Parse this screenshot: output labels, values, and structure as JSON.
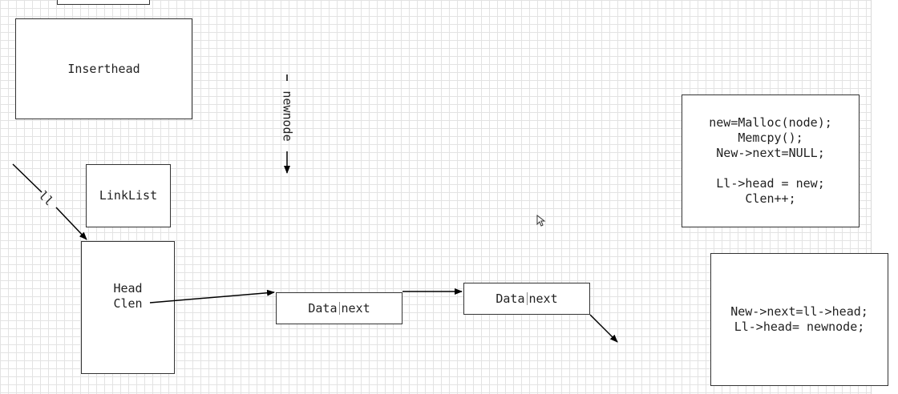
{
  "diagram": {
    "top_box_label": "",
    "inserthead_box": {
      "label": "Inserthead"
    },
    "linklist_box": {
      "label": "LinkList"
    },
    "head_box": {
      "line1": "Head",
      "line2": "Clen"
    },
    "node1": {
      "data": "Data",
      "next": "next"
    },
    "node2": {
      "data": "Data",
      "next": "next"
    },
    "edge_ll": {
      "label": "ll"
    },
    "edge_newnode": {
      "label": "newnode"
    },
    "code_box_1": {
      "lines": [
        "new=Malloc(node);",
        "Memcpy();",
        "New->next=NULL;",
        "",
        "Ll->head = new;",
        "Clen++;"
      ]
    },
    "code_box_2": {
      "lines": [
        "New->next=ll->head;",
        "Ll->head= newnode;"
      ]
    },
    "colors": {
      "stroke": "#000000",
      "grid": "#e3e3e3",
      "background": "#ffffff"
    }
  }
}
